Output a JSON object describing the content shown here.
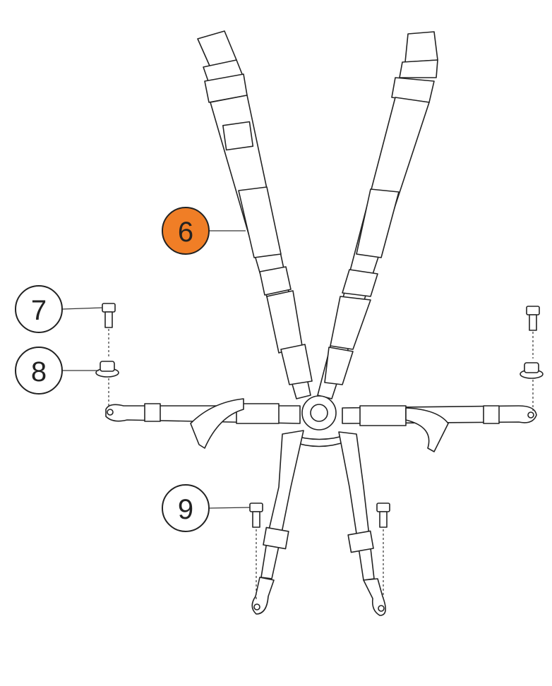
{
  "diagram": {
    "callouts": [
      {
        "id": "6",
        "label": "6",
        "highlighted": true
      },
      {
        "id": "7",
        "label": "7",
        "highlighted": false
      },
      {
        "id": "8",
        "label": "8",
        "highlighted": false
      },
      {
        "id": "9",
        "label": "9",
        "highlighted": false
      }
    ],
    "colors": {
      "highlight": "#F07E26",
      "normal": "#FFFFFF",
      "stroke": "#222222"
    }
  }
}
